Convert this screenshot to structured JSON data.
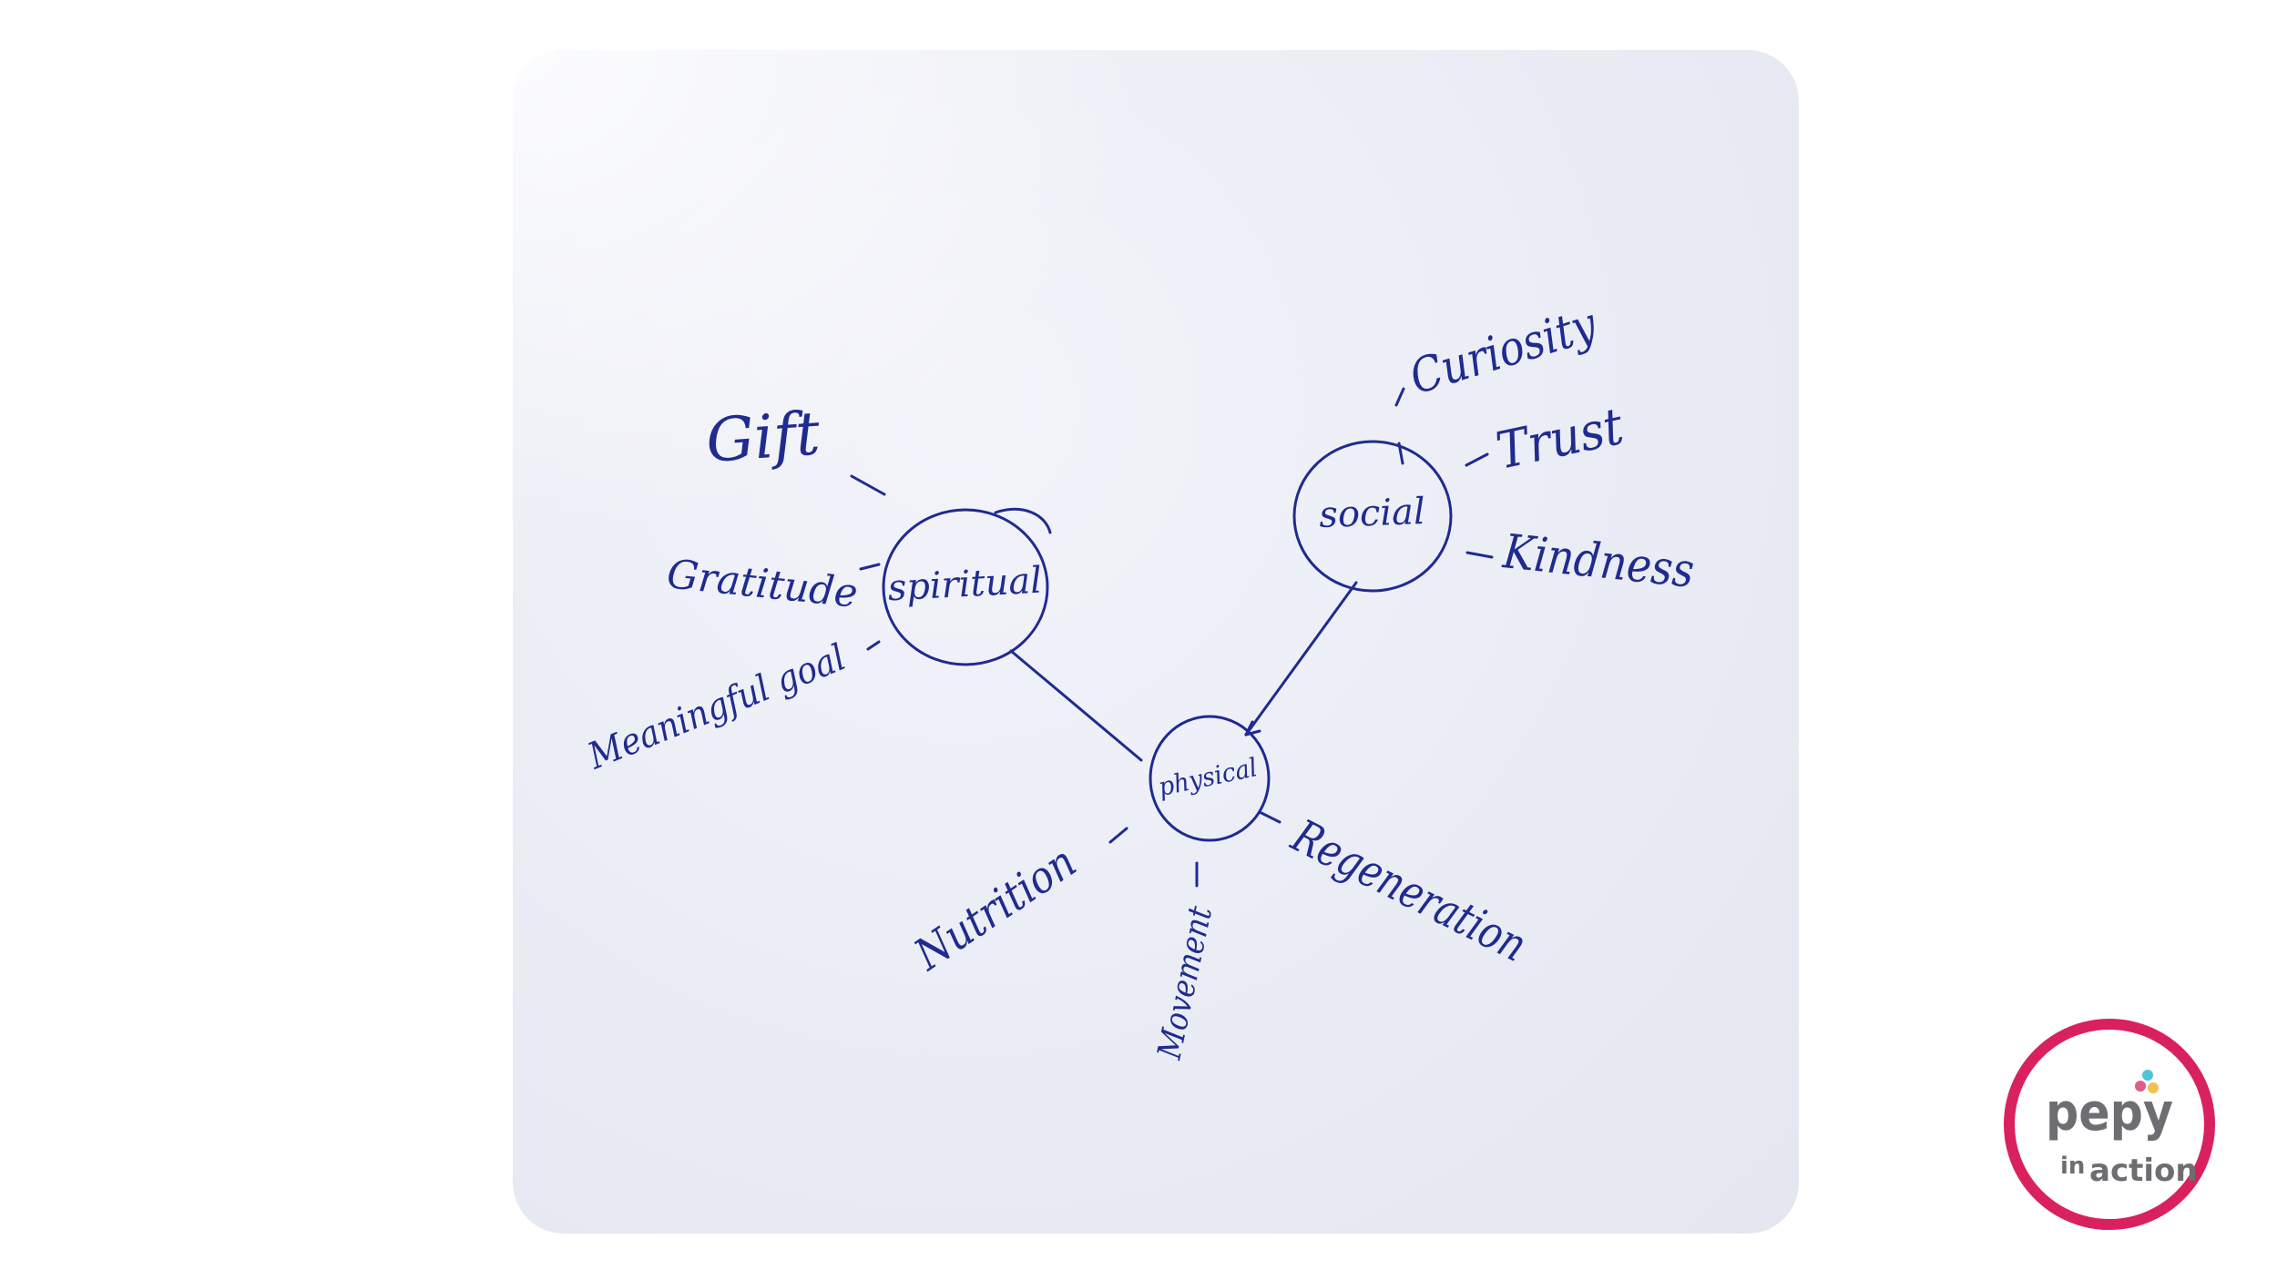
{
  "diagram": {
    "nodes": {
      "spiritual": "spiritual",
      "social": "social",
      "physical": "physical"
    },
    "leaves": {
      "gift": "Gift",
      "gratitude": "Gratitude",
      "meaningful_goal": "Meaningful goal",
      "curiosity": "Curiosity",
      "trust": "Trust",
      "kindness": "Kindness",
      "nutrition": "Nutrition",
      "movement": "Movement",
      "regeneration": "Regeneration"
    },
    "ink_color": "#1f2b8f"
  },
  "logo": {
    "brand": "pepy",
    "tagline_prefix": "in",
    "tagline_word": "action",
    "ring_color": "#d9215d",
    "text_color": "#6e6e72",
    "dot_colors": [
      "#4fc3d8",
      "#e05a8a",
      "#f2c14e"
    ]
  }
}
